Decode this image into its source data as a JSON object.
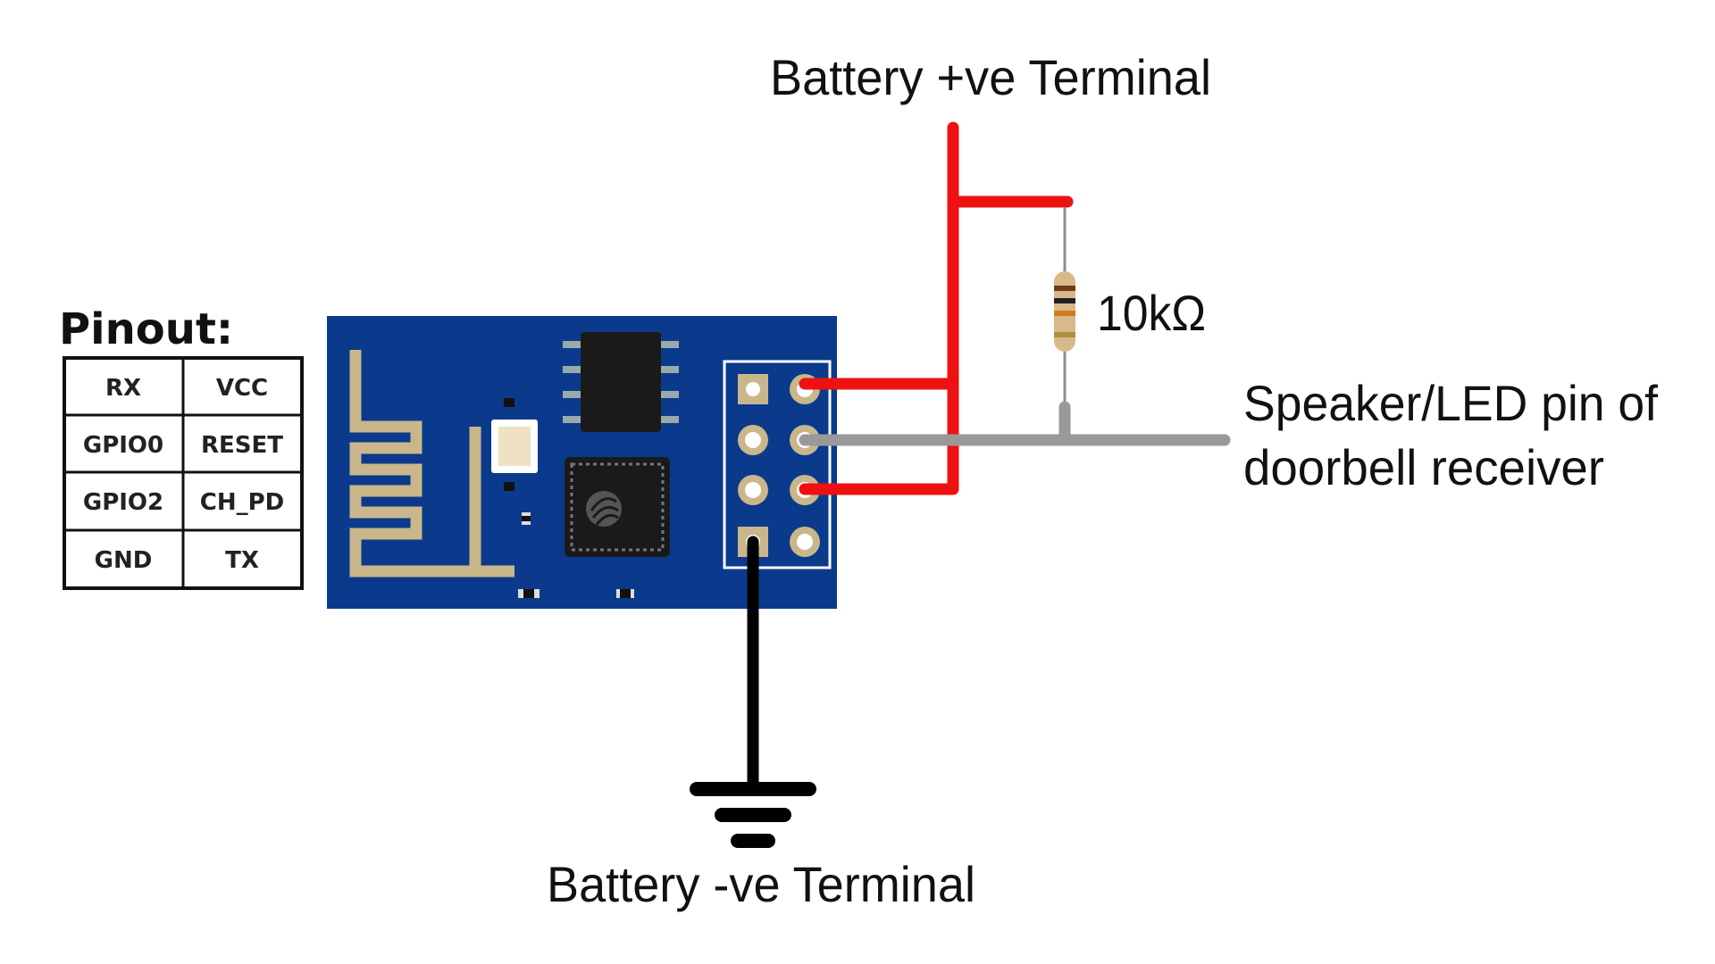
{
  "labels": {
    "battery_positive": "Battery +ve Terminal",
    "battery_negative": "Battery -ve Terminal",
    "resistor_value": "10kΩ",
    "speaker_line1": "Speaker/LED pin of",
    "speaker_line2": "doorbell receiver"
  },
  "pinout": {
    "title": "Pinout:",
    "rows": [
      [
        "RX",
        "VCC"
      ],
      [
        "GPIO0",
        "RESET"
      ],
      [
        "GPIO2",
        "CH_PD"
      ],
      [
        "GND",
        "TX"
      ]
    ]
  },
  "colors": {
    "wire_power": "#ee1111",
    "wire_signal": "#999999",
    "wire_ground": "#000000",
    "board": "#0b3a8c",
    "antenna_trace": "#c9b68a"
  }
}
